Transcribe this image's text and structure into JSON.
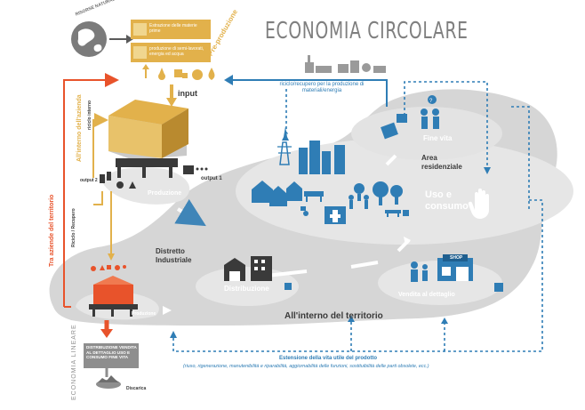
{
  "title": "ECONOMIA CIRCOLARE",
  "risorse_naturali": "RISORSE NATURALI",
  "pre_produzione": {
    "label": "Pre-produzione",
    "box1": "Estrazione delle materie prime",
    "box2": "produzione di semi-lavorati, energia ed acqua"
  },
  "input": "input",
  "riciclo_top": "riciclo/recupero per la produzione di materiali/energia",
  "all_interno_azienda": "All'interno dell'azienda",
  "riciclo_interno": "riciclo interno",
  "tra_aziende": "Tra aziende del territorio",
  "riciclo_recupero": "Riciclo / Recupero",
  "output1": "output 1",
  "output2": "output 2",
  "produzione": "Produzione",
  "produzione_small": "Produzione",
  "distretto": "Distretto Industriale",
  "distribuzione": "Distribuzione",
  "fine_vita": "Fine vita",
  "area_residenziale": "Area residenziale",
  "uso_consumo": "Uso e consumo",
  "vendita": "Vendita al dettaglio",
  "shop": "SHOP",
  "interno_territorio": "All'interno del territorio",
  "estensione": {
    "title": "Estensione della vita utile del prodotto",
    "detail": "(riuso, rigenerazione, manutenibilità e riparabilità, aggiornabilità delle funzioni, sostituibilità delle parti obsolete, ecc.)"
  },
  "lineare_label": "ECONOMIA LINEARE",
  "lineare_box": "DISTRIBUZIONE VENDITA AL DETTAGLIO USO E CONSUMO FINE VITA",
  "discarica": "Discarica",
  "colors": {
    "grey_area": "#d6d6d6",
    "orange": "#e8532b",
    "yellow": "#e2b14b",
    "blue": "#2f7db5",
    "dark_grey": "#3a3a3a"
  }
}
